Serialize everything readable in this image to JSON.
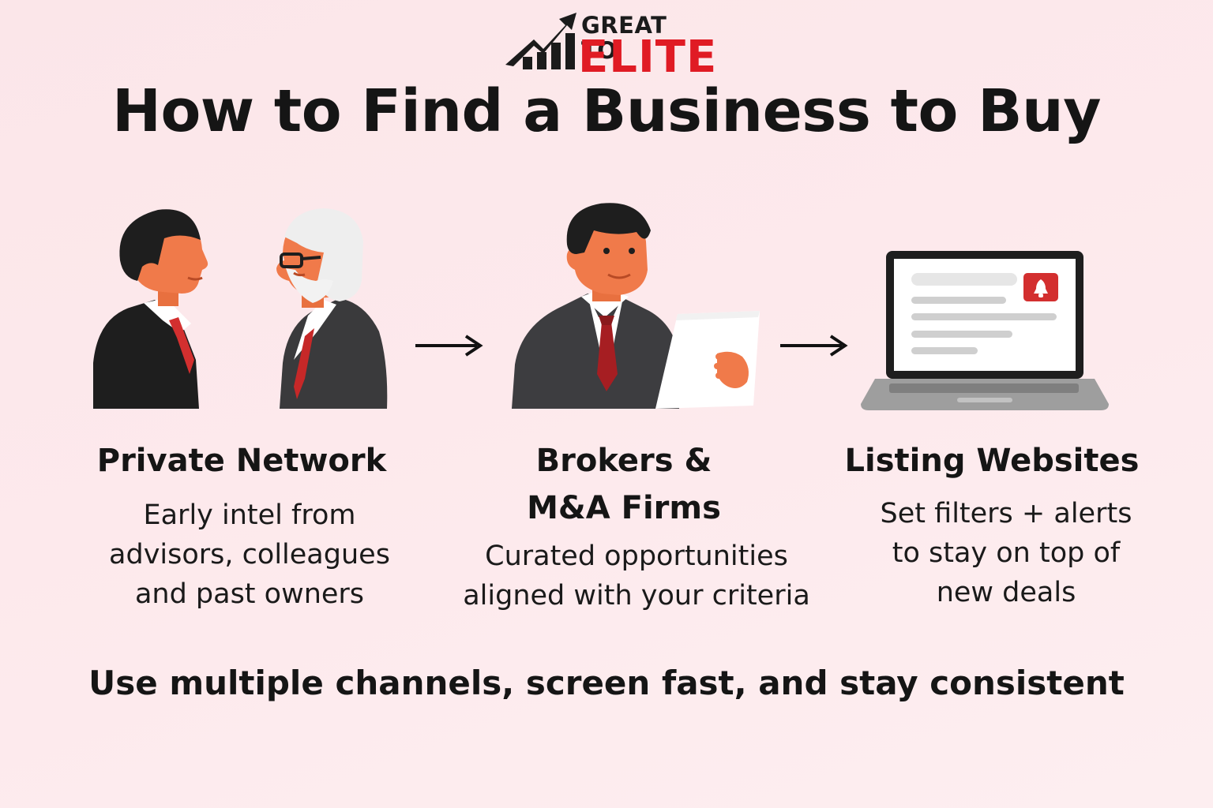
{
  "brand": {
    "line1": "GREAT TO",
    "line2": "ELITE",
    "accent_color": "#e01b24",
    "icon": "growth-chart-arrow-icon"
  },
  "title": "How to Find a Business to Buy",
  "columns": [
    {
      "heading_lines": [
        "Private Network"
      ],
      "description_lines": [
        "Early intel from",
        "advisors, colleagues",
        "and past owners"
      ],
      "illustration": "two-people-talking-icon"
    },
    {
      "heading_lines": [
        "Brokers &",
        "M&A Firms"
      ],
      "description_lines": [
        "Curated opportunities",
        "aligned with your criteria"
      ],
      "illustration": "broker-reading-document-icon"
    },
    {
      "heading_lines": [
        "Listing Websites"
      ],
      "description_lines": [
        "Set filters + alerts",
        "to stay on top of",
        "new deals"
      ],
      "illustration": "laptop-with-alert-icon"
    }
  ],
  "connectors": [
    "right-arrow-icon",
    "right-arrow-icon"
  ],
  "footer": "Use multiple channels, screen fast, and stay consistent"
}
